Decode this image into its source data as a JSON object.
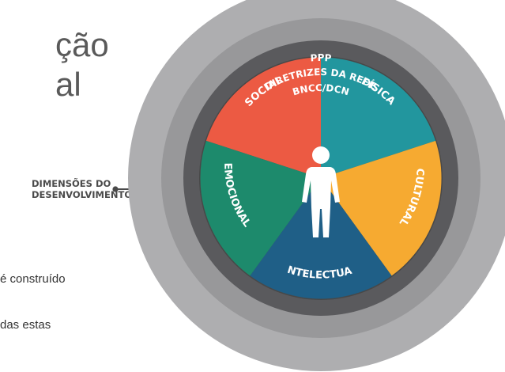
{
  "slide": {
    "title_line_1": "ção",
    "title_line_2": "al",
    "body_line_1": "é construído",
    "body_line_2": "das estas"
  },
  "diagram": {
    "callout_label_line_1": "DIMENSÕES DO",
    "callout_label_line_2": "DESENVOLVIMENTO",
    "rings": [
      {
        "label": "BNCC/DCN",
        "color": "#aeaeb0"
      },
      {
        "label": "DIRETRIZES DA REDE",
        "color": "#98989a"
      },
      {
        "label": "PPP",
        "color": "#5a5a5d"
      },
      {
        "label": "",
        "color": "#484848"
      }
    ],
    "segments": [
      {
        "label": "SOCIAL",
        "color": "#ec5a43"
      },
      {
        "label": "FÍSICA",
        "color": "#22969e"
      },
      {
        "label": "CULTURAL",
        "color": "#f6aa31"
      },
      {
        "label": "INTELECTUAL",
        "color": "#1f5f87"
      },
      {
        "label": "EMOCIONAL",
        "color": "#1d8a6c"
      }
    ],
    "figure_icon": "person-icon"
  }
}
